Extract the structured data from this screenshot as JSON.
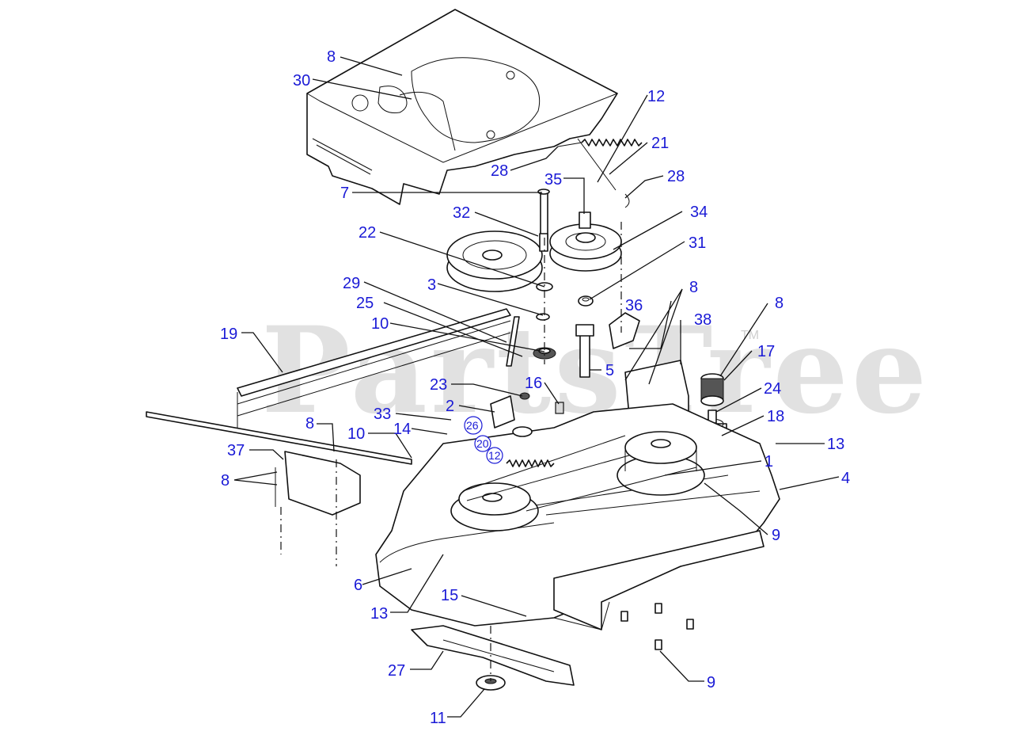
{
  "watermark": {
    "text": "PartsTree",
    "mark": "TM"
  },
  "callouts": [
    {
      "id": "c8a",
      "label": "8"
    },
    {
      "id": "c30",
      "label": "30"
    },
    {
      "id": "c12a",
      "label": "12"
    },
    {
      "id": "c21",
      "label": "21"
    },
    {
      "id": "c28a",
      "label": "28"
    },
    {
      "id": "c28b",
      "label": "28"
    },
    {
      "id": "c7",
      "label": "7"
    },
    {
      "id": "c35",
      "label": "35"
    },
    {
      "id": "c34",
      "label": "34"
    },
    {
      "id": "c32",
      "label": "32"
    },
    {
      "id": "c22",
      "label": "22"
    },
    {
      "id": "c31",
      "label": "31"
    },
    {
      "id": "c8b",
      "label": "8"
    },
    {
      "id": "c29",
      "label": "29"
    },
    {
      "id": "c3",
      "label": "3"
    },
    {
      "id": "c36",
      "label": "36"
    },
    {
      "id": "c8c",
      "label": "8"
    },
    {
      "id": "c25",
      "label": "25"
    },
    {
      "id": "c38",
      "label": "38"
    },
    {
      "id": "c10a",
      "label": "10"
    },
    {
      "id": "c19",
      "label": "19"
    },
    {
      "id": "c17",
      "label": "17"
    },
    {
      "id": "c5",
      "label": "5"
    },
    {
      "id": "c16",
      "label": "16"
    },
    {
      "id": "c23",
      "label": "23"
    },
    {
      "id": "c24",
      "label": "24"
    },
    {
      "id": "c2",
      "label": "2"
    },
    {
      "id": "c33",
      "label": "33"
    },
    {
      "id": "c18",
      "label": "18"
    },
    {
      "id": "c26",
      "label": "26"
    },
    {
      "id": "c8d",
      "label": "8"
    },
    {
      "id": "c14",
      "label": "14"
    },
    {
      "id": "c10b",
      "label": "10"
    },
    {
      "id": "c20",
      "label": "20"
    },
    {
      "id": "c13a",
      "label": "13"
    },
    {
      "id": "c12b",
      "label": "12"
    },
    {
      "id": "c37",
      "label": "37"
    },
    {
      "id": "c1",
      "label": "1"
    },
    {
      "id": "c4",
      "label": "4"
    },
    {
      "id": "c8e",
      "label": "8"
    },
    {
      "id": "c9a",
      "label": "9"
    },
    {
      "id": "c6",
      "label": "6"
    },
    {
      "id": "c13b",
      "label": "13"
    },
    {
      "id": "c15",
      "label": "15"
    },
    {
      "id": "c27",
      "label": "27"
    },
    {
      "id": "c9b",
      "label": "9"
    },
    {
      "id": "c11",
      "label": "11"
    }
  ]
}
